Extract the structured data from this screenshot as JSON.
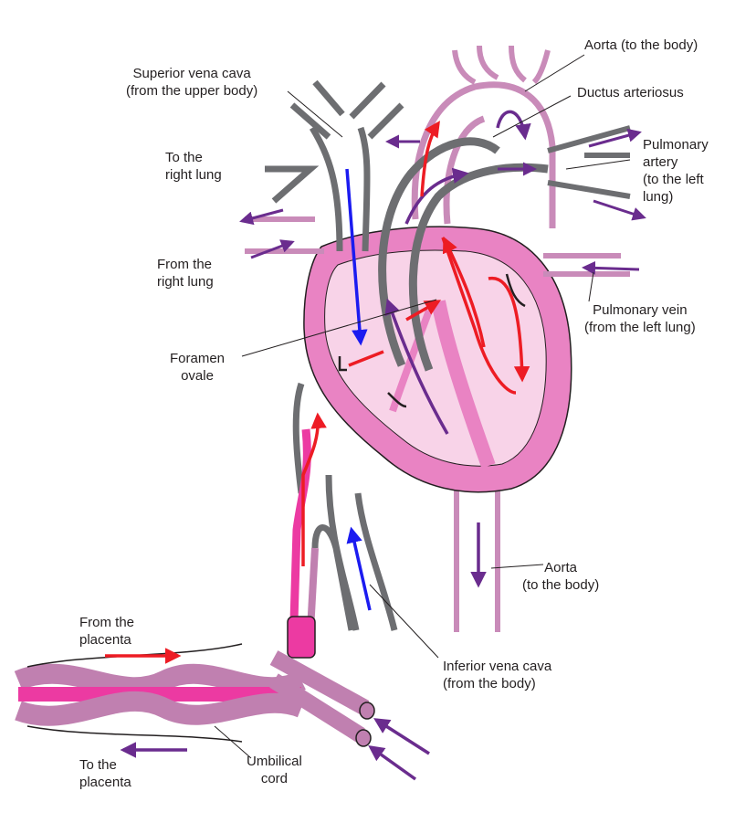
{
  "labels": {
    "superior_vena_cava": [
      "Superior vena cava",
      "(from the upper body)"
    ],
    "aorta_top": [
      "Aorta (to the body)"
    ],
    "ductus_arteriosus": [
      "Ductus arteriosus"
    ],
    "to_right_lung": [
      "To the",
      "right lung"
    ],
    "pulmonary_artery": [
      "Pulmonary",
      "artery",
      "(to the left",
      "lung)"
    ],
    "from_right_lung": [
      "From the",
      "right lung"
    ],
    "pulmonary_vein": [
      "Pulmonary vein",
      "(from the left lung)"
    ],
    "foramen_ovale": [
      "Foramen",
      "ovale"
    ],
    "aorta_lower": [
      "Aorta",
      "(to the body)"
    ],
    "from_placenta": [
      "From the",
      "placenta"
    ],
    "inferior_vena_cava": [
      "Inferior vena cava",
      "(from the body)"
    ],
    "to_placenta": [
      "To the",
      "placenta"
    ],
    "umbilical_cord": [
      "Umbilical",
      "cord"
    ]
  },
  "colors": {
    "oxygenated": "#ed1c24",
    "deoxygenated": "#1b1bf0",
    "mixed": "#6a2c8e",
    "heart_wall": "#e983c3",
    "heart_chamber": "#f8d3e8",
    "vessel_gray": "#6d6e71",
    "vessel_pink": "#c98bb9",
    "umbilical_vein": "#ec3aa2",
    "umbilical_artery": "#c080b0"
  }
}
